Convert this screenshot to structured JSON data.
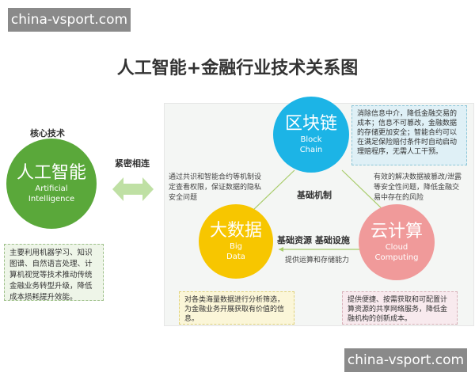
{
  "watermark": "china-vsport.com",
  "title": "人工智能+金融行业技术关系图",
  "left": {
    "heading": "核心技术",
    "link_label": "紧密相连",
    "ai": {
      "cn": "人工智能",
      "en1": "Artificial",
      "en2": "Intelligence"
    },
    "desc": "主要利用机器学习、知识图谱、自然语言处理、计算机视觉等技术推动传统金融业务转型升级，降低成本损耗提升效能。"
  },
  "blockchain": {
    "cn": "区块链",
    "en1": "Block",
    "en2": "Chain",
    "desc": "消除信息中介，降低金融交易的成本；信息不可篡改，金融数据的存储更加安全；智能合约可以在满足保险赔付条件时自动启动理赔程序，无需人工干预。"
  },
  "bigdata": {
    "cn": "大数据",
    "en1": "Big",
    "en2": "Data",
    "desc": "对各类海量数据进行分析筛选，为金融业务开展获取有价值的信息。"
  },
  "cloud": {
    "cn": "云计算",
    "en1": "Cloud",
    "en2": "Computing",
    "desc": "提供便捷、按需获取和可配置计算资源的共享网络服务，降低金融机构的创新成本。"
  },
  "relations": {
    "left_text": "通过共识和智能合约等机制设定查看权限，保证数据的隐私安全问题",
    "right_text": "有效的解决数据被篡改/泄露等安全性问题，降低金融交易中存在的风险",
    "center_label": "基础机制",
    "bottom_label": "基础资源 基础设施",
    "bottom_text": "提供运算和存储能力"
  },
  "colors": {
    "ai": "#5aa83a",
    "blockchain": "#1cb4e6",
    "bigdata": "#f7c600",
    "cloud": "#f09a9a"
  }
}
